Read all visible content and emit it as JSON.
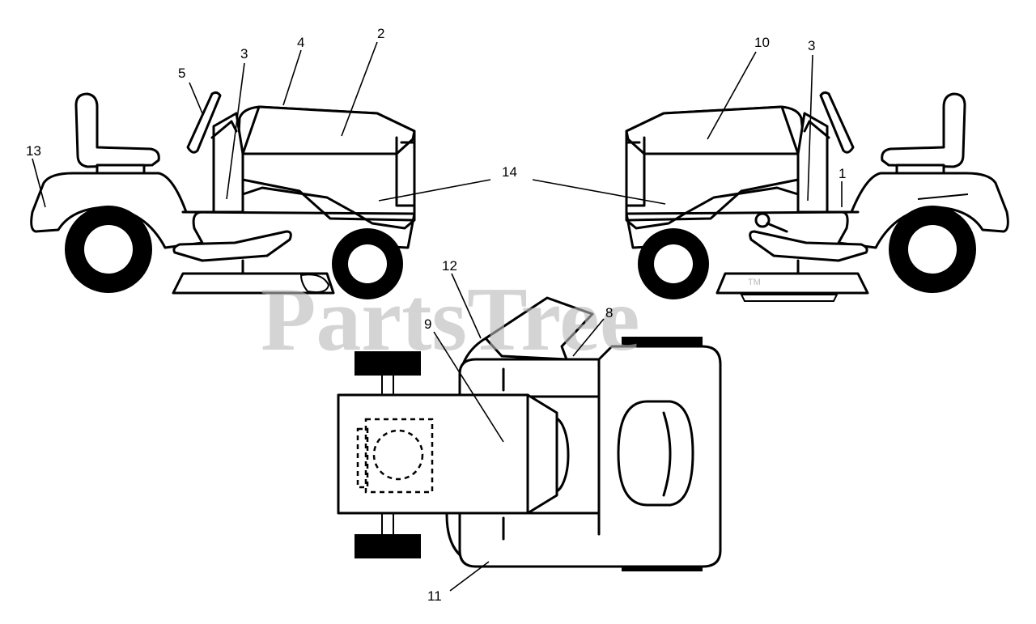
{
  "watermark": {
    "text": "PartsTree",
    "mark": "TM"
  },
  "callouts": {
    "c1": "1",
    "c2": "2",
    "c3a": "3",
    "c3b": "3",
    "c4": "4",
    "c5": "5",
    "c8": "8",
    "c9": "9",
    "c10": "10",
    "c11": "11",
    "c12": "12",
    "c13": "13",
    "c14": "14"
  }
}
